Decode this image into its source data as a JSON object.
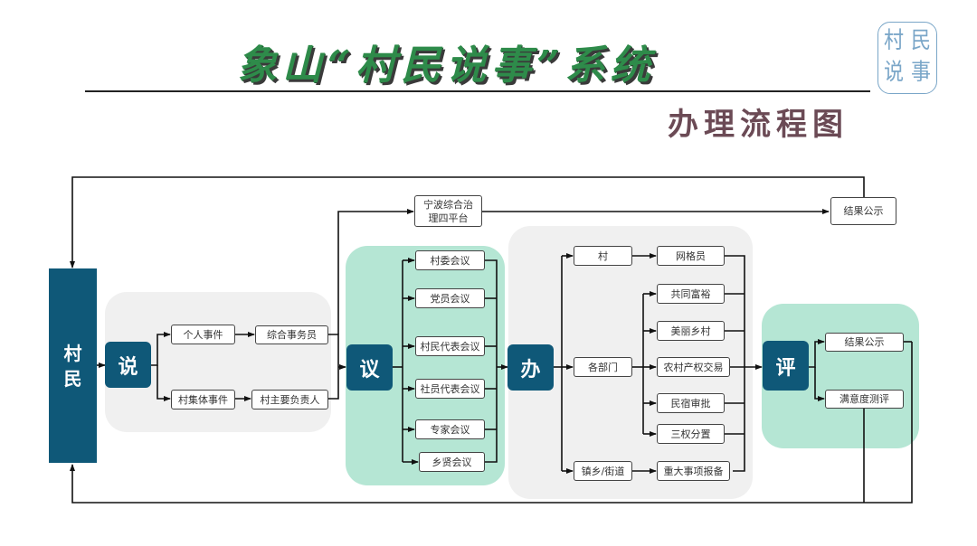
{
  "header": {
    "title": "象山“村民说事”系统",
    "subtitle": "办理流程图",
    "seal": [
      "村",
      "民",
      "说",
      "事"
    ]
  },
  "stages": {
    "villager": [
      "村",
      "民"
    ],
    "speak": "说",
    "discuss": "议",
    "handle": "办",
    "evaluate": "评"
  },
  "speak": {
    "branches": [
      {
        "source": "个人事件",
        "handler": "综合事务员"
      },
      {
        "source": "村集体事件",
        "handler": "村主要负责人"
      }
    ]
  },
  "platform": {
    "label_line1": "宁波综合治",
    "label_line2": "理四平台",
    "result": "结果公示"
  },
  "discuss": {
    "meetings": [
      "村委会议",
      "党员会议",
      "村民代表会议",
      "社员代表会议",
      "专家会议",
      "乡贤会议"
    ]
  },
  "handle": {
    "levels": [
      "村",
      "各部门",
      "镇乡/街道"
    ],
    "village_target": "网格员",
    "department_targets": [
      "共同富裕",
      "美丽乡村",
      "农村产权交易",
      "民宿审批",
      "三权分置"
    ],
    "town_target": "重大事项报备"
  },
  "evaluate": {
    "outcomes": [
      "结果公示",
      "满意度测评"
    ]
  },
  "colors": {
    "stage": "#0f5878",
    "green_panel": "#b5e6d4",
    "gray_panel": "#f0f0f0",
    "title_green": "#2e8b4a",
    "subtitle": "#6b4a55"
  }
}
